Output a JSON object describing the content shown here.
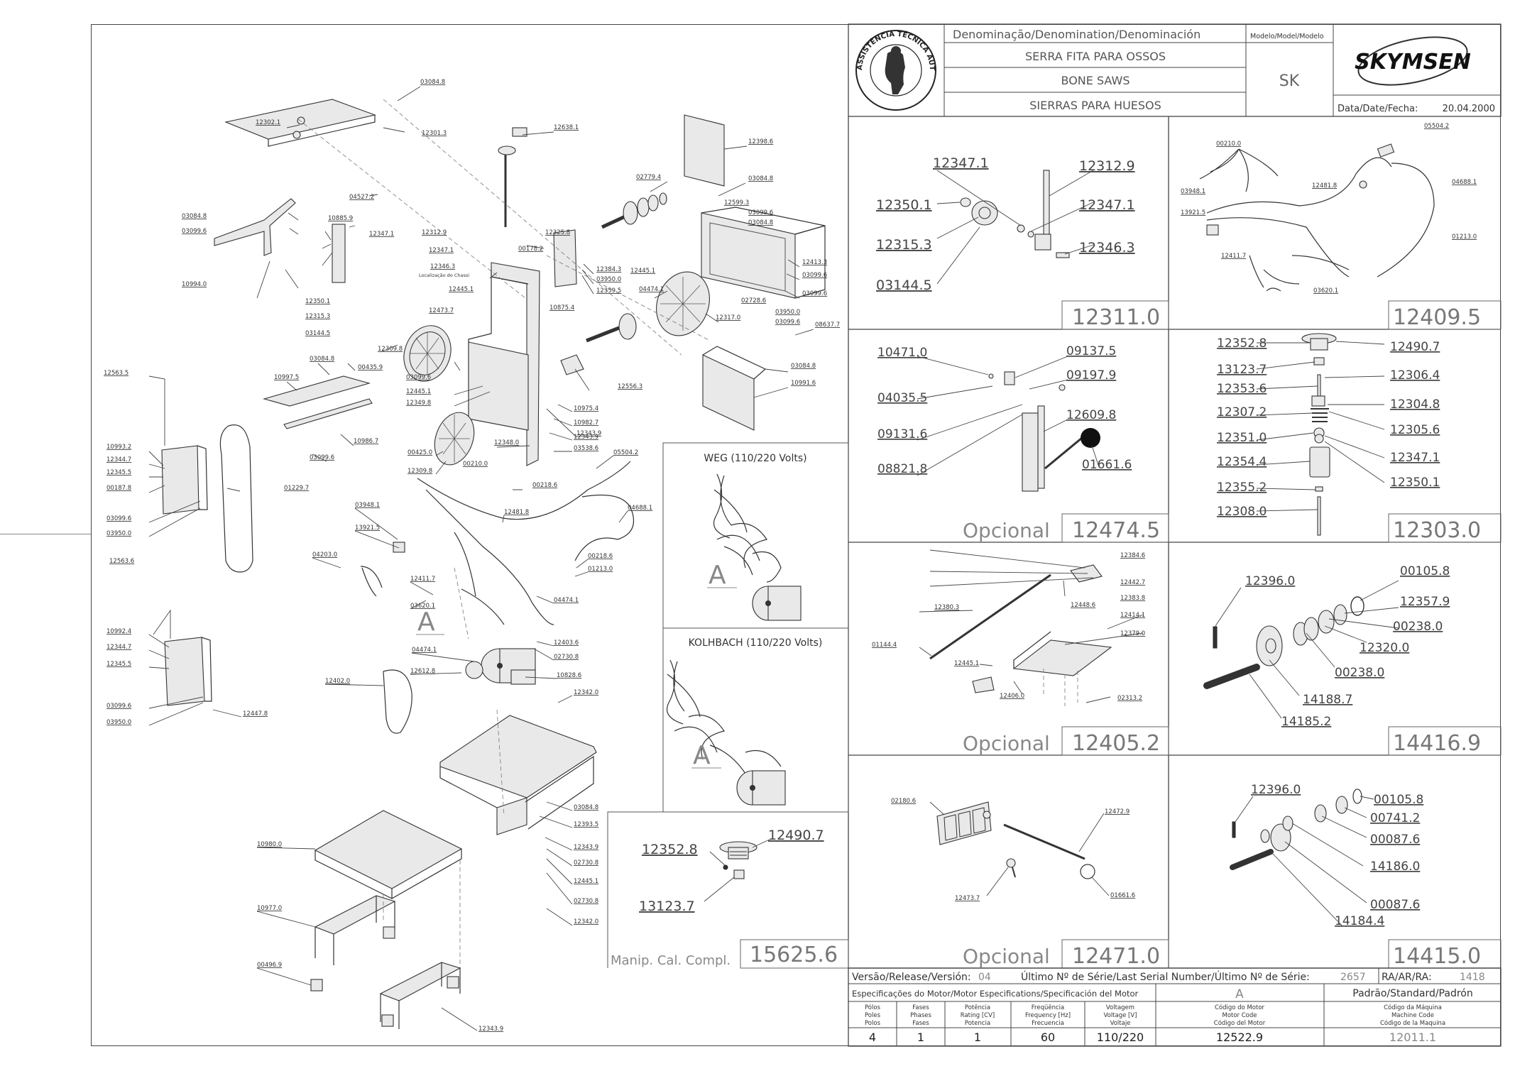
{
  "title_block": {
    "header": "Denominação/Denomination/Denominación",
    "model_header": "Modelo/Model/Modelo",
    "name_pt": "SERRA FITA PARA OSSOS",
    "name_en": "BONE SAWS",
    "name_es": "SIERRAS PARA HUESOS",
    "model": "SK",
    "brand": "SKYMSEN",
    "date_label": "Data/Date/Fecha:",
    "date_value": "20.04.2000",
    "seal_text": "ASSISTÊNCIA TÉCNICA AUTORIZADA"
  },
  "footer": {
    "version_label": "Versão/Release/Versión:",
    "version_value": "04",
    "serial_label": "Último Nº de Série/Last Serial Number/Último Nº de Série:",
    "serial_value": "2657",
    "ra_label": "RA/AR/RA:",
    "ra_value": "1418",
    "motor_spec_label": "Especificações do Motor/Motor Especifications/Specificación del Motor",
    "col_a": "A",
    "standard_label": "Padrão/Standard/Padrón",
    "headers": [
      [
        "Pólos",
        "Poles",
        "Polos"
      ],
      [
        "Fases",
        "Phases",
        "Fases"
      ],
      [
        "Potência",
        "Rating [CV]",
        "Potencia"
      ],
      [
        "Freqüência",
        "Frequency [Hz]",
        "Frecuencia"
      ],
      [
        "Voltagem",
        "Voltage [V]",
        "Voltaje"
      ],
      [
        "Código do Motor",
        "Motor Code",
        "Código del Motor"
      ],
      [
        "Código da Máquina",
        "Machine Code",
        "Código de la Maquina"
      ]
    ],
    "values": [
      "4",
      "1",
      "1",
      "60",
      "110/220",
      "12522.9",
      "12011.1"
    ]
  },
  "panels": {
    "p12311": {
      "code": "12311.0",
      "labels": [
        "12347.1",
        "12312.9",
        "12350.1",
        "12347.1",
        "12315.3",
        "12346.3",
        "03144.5"
      ]
    },
    "p12409": {
      "code": "12409.5",
      "labels": [
        "05504.2",
        "00210.0",
        "12481.8",
        "04688.1",
        "03948.1",
        "13921.5",
        "01213.0",
        "12411.7",
        "03620.1"
      ]
    },
    "p12474": {
      "code": "12474.5",
      "opt": "Opcional",
      "labels": [
        "10471.0",
        "09137.5",
        "09197.9",
        "04035.5",
        "12609.8",
        "09131.6",
        "01661.6",
        "08821.8"
      ]
    },
    "p12303": {
      "code": "12303.0",
      "labels": [
        "12352.8",
        "12490.7",
        "13123.7",
        "12306.4",
        "12353.6",
        "12304.8",
        "12307.2",
        "12305.6",
        "12351.0",
        "12347.1",
        "12354.4",
        "12350.1",
        "12355.2",
        "12308.0"
      ]
    },
    "p12405": {
      "code": "12405.2",
      "opt": "Opcional",
      "labels": [
        "12384.6",
        "12442.7",
        "12383.8",
        "12380.3",
        "12448.6",
        "12414.1",
        "12379.0",
        "01144.4",
        "12445.1",
        "12406.0",
        "02313.2"
      ]
    },
    "p14416": {
      "code": "14416.9",
      "labels": [
        "12396.0",
        "00105.8",
        "12357.9",
        "00238.0",
        "12320.0",
        "00238.0",
        "14188.7",
        "14185.2"
      ]
    },
    "p12471": {
      "code": "12471.0",
      "opt": "Opcional",
      "labels": [
        "02180.6",
        "12472.9",
        "12473.7",
        "01661.6"
      ]
    },
    "p14415": {
      "code": "14415.0",
      "labels": [
        "12396.0",
        "00105.8",
        "00741.2",
        "00087.6",
        "14186.0",
        "00087.6",
        "14184.4"
      ]
    },
    "p15625": {
      "code": "15625.6",
      "caption": "Manip. Cal. Compl.",
      "labels": [
        "12352.8",
        "12490.7",
        "13123.7"
      ]
    },
    "weg": {
      "title": "WEG (110/220 Volts)",
      "letter": "A"
    },
    "kolhbach": {
      "title": "KOLHBACH (110/220 Volts)",
      "letter": "A"
    }
  },
  "main_labels": {
    "top": [
      "03084.8",
      "12302.1",
      "12301.3",
      "12638.1",
      "12398.6",
      "02779.4",
      "03084.8",
      "04527.2",
      "10885.9",
      "12312.9",
      "12347.1",
      "12346.3",
      "12347.1",
      "03084.8",
      "03099.6",
      "10994.0",
      "12599.3",
      "03099.6",
      "03084.8",
      "12325.8",
      "00178.2",
      "12384.3",
      "03950.0",
      "12359.5",
      "12445.1",
      "12413.3",
      "03099.6",
      "03099.6",
      "12350.1",
      "12315.3",
      "03144.5",
      "12445.1",
      "12473.7",
      "04474.1",
      "02728.6",
      "12317.0",
      "03950.0",
      "03099.6",
      "08637.7",
      "10875.4",
      "12309.8",
      "00435.9",
      "03084.8",
      "10997.5",
      "03099.6",
      "12445.1",
      "12349.8",
      "12343.9",
      "12556.3",
      "03084.8",
      "10991.6"
    ],
    "mid": [
      "12563.5",
      "10993.2",
      "12344.7",
      "12345.5",
      "00187.8",
      "03099.6",
      "03950.0",
      "10986.7",
      "03099.6",
      "01229.7",
      "10975.4",
      "10982.7",
      "12343.9",
      "12348.0",
      "03538.6",
      "00425.0",
      "12309.8",
      "05504.2",
      "00218.6",
      "00210.0",
      "12481.8",
      "04688.1",
      "03948.1",
      "13921.5",
      "00218.6",
      "01213.0",
      "04203.0"
    ],
    "low": [
      "12563.6",
      "10992.4",
      "12344.7",
      "12345.5",
      "03099.6",
      "03950.0",
      "12447.8",
      "12411.7",
      "03620.1",
      "04474.1",
      "12403.6",
      "02730.8",
      "04474.1",
      "12612.8",
      "12402.0",
      "10828.6",
      "12342.0",
      "03084.8",
      "12393.5",
      "12343.9",
      "02730.8",
      "12445.1",
      "02730.8",
      "12342.0",
      "10980.0",
      "10977.0",
      "00496.9",
      "12343.9",
      "Localização do Chassi"
    ],
    "letter": "A"
  }
}
